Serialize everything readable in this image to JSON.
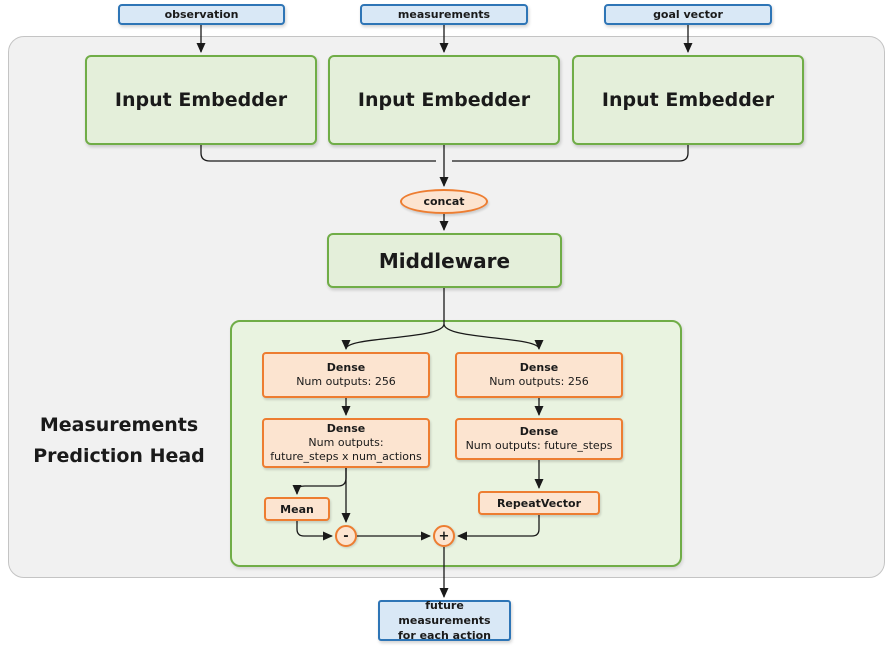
{
  "inputs": [
    "observation",
    "measurements",
    "goal vector"
  ],
  "embedders": [
    "Input Embedder",
    "Input Embedder",
    "Input Embedder"
  ],
  "concat": "concat",
  "middleware": "Middleware",
  "head": {
    "title": [
      "Measurements",
      "Prediction Head"
    ],
    "left": {
      "dense1": {
        "title": "Dense",
        "line2": "Num outputs: 256"
      },
      "dense2": {
        "title": "Dense",
        "line2": "Num outputs:",
        "line3": "future_steps x num_actions"
      },
      "mean": "Mean",
      "minus": "-"
    },
    "right": {
      "dense1": {
        "title": "Dense",
        "line2": "Num outputs: 256"
      },
      "dense2": {
        "title": "Dense",
        "line2": "Num outputs: future_steps"
      },
      "repeat": "RepeatVector",
      "plus": "+"
    }
  },
  "output": [
    "future measurements",
    "for each action"
  ],
  "colors": {
    "blue_fill": "#d9e8f6",
    "blue_border": "#2e75b6",
    "green_fill": "#e4efda",
    "green_border": "#70ad47",
    "orange_fill": "#fce4d0",
    "orange_border": "#ed7d31",
    "panel_fill": "#f1f1f1",
    "line": "#1a1a1a"
  }
}
